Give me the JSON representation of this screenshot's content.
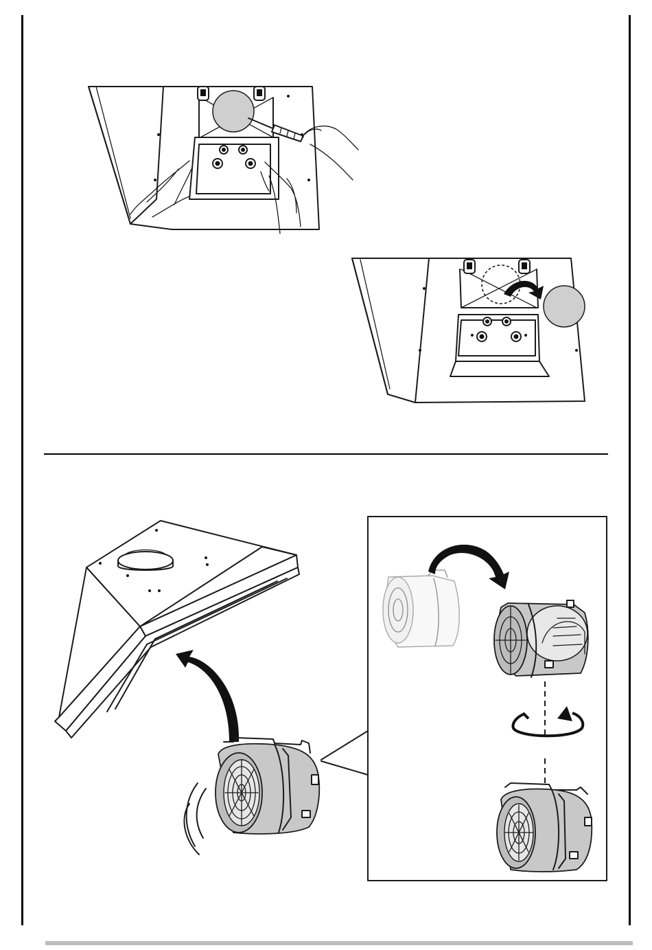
{
  "figure": {
    "panels": [
      {
        "id": "remove-cover-with-screwdriver",
        "icons": [
          "hood-underside",
          "cover-disc",
          "screwdriver-icon",
          "hand-icon"
        ]
      },
      {
        "id": "cover-removed",
        "icons": [
          "hood-underside",
          "dashed-circle",
          "curved-arrow-icon",
          "cover-disc"
        ]
      },
      {
        "id": "insert-motor",
        "icons": [
          "hood-perspective",
          "curved-arrow-icon",
          "motor-blower",
          "vibration-marks"
        ]
      },
      {
        "id": "motor-detail-rotate",
        "icons": [
          "motor-blower",
          "curved-arrow-icon",
          "rotate-arrow-icon",
          "dashed-axis"
        ]
      }
    ]
  },
  "colors": {
    "line": "#1a1a1a",
    "cover_grey": "#cfcfcf",
    "motor_grey": "#c8c8c8",
    "footer_bar": "#bdbdbd"
  }
}
